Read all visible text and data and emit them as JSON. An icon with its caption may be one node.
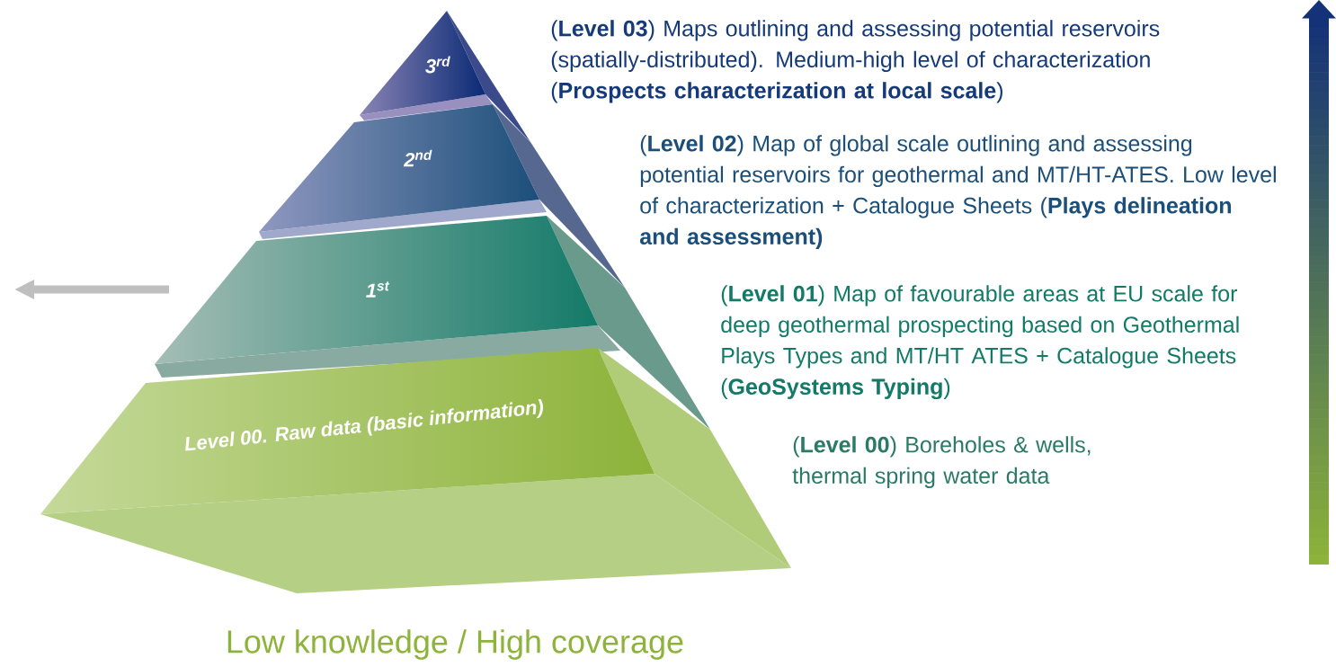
{
  "diagram": {
    "nodes": [
      {
        "text": [
          "3$^{rd}$"
        ]
      },
      {
        "text": [
          "2$^{nd}$"
        ]
      },
      {
        "text": [
          "1$^{st}$"
        ]
      },
      {
        "text": [
          "Level 00. Raw data (basic information)"
        ]
      }
    ],
    "labels": [
      "(**Level 03**) Maps outlining and assessing potential reservoirs (spatially-distributed). Medium-high level of characterization (**Prospects characterization at local scale**)",
      "(**Level 02**) Map of global scale outlining and assessing potential reservoirs for geothermal and MT/HT-ATES. Low level of characterization + Catalogue Sheets (**Plays delineation and assessment)**",
      "(**Level 01**) Map of favourable areas at EU scale for deep geothermal prospecting based on Geothermal Plays Types and MT/HT ATES + Catalogue Sheets (**GeoSystems Typing**)",
      "(**Level 00**) Boreholes & wells, thermal spring water data",
      "Low knowledge / High coverage"
    ]
  }
}
